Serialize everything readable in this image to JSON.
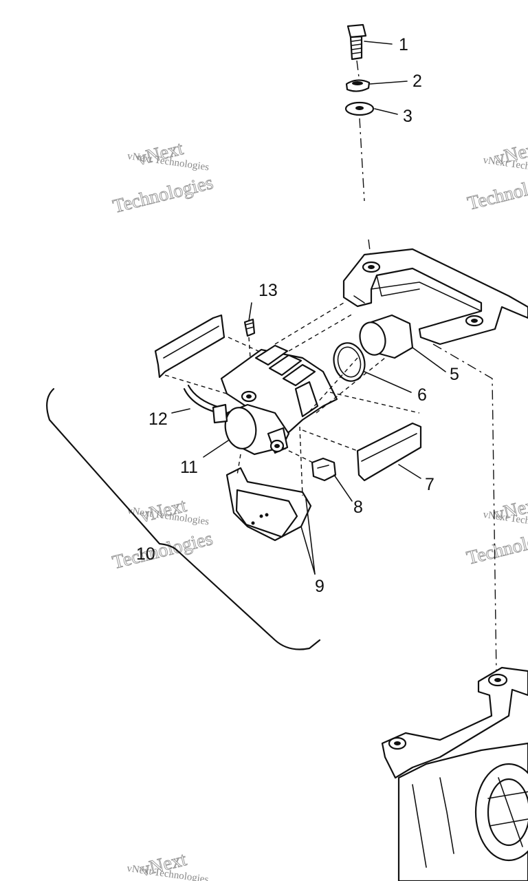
{
  "callouts": [
    {
      "id": "1",
      "label": "1"
    },
    {
      "id": "2",
      "label": "2"
    },
    {
      "id": "3",
      "label": "3"
    },
    {
      "id": "5",
      "label": "5"
    },
    {
      "id": "6",
      "label": "6"
    },
    {
      "id": "7",
      "label": "7"
    },
    {
      "id": "8",
      "label": "8"
    },
    {
      "id": "9",
      "label": "9"
    },
    {
      "id": "10",
      "label": "10"
    },
    {
      "id": "11",
      "label": "11"
    },
    {
      "id": "12",
      "label": "12"
    },
    {
      "id": "13",
      "label": "13"
    }
  ],
  "watermark": {
    "text_small": "vNext Technologies",
    "text_large_1": "vNext",
    "text_large_2": "Technologies"
  }
}
